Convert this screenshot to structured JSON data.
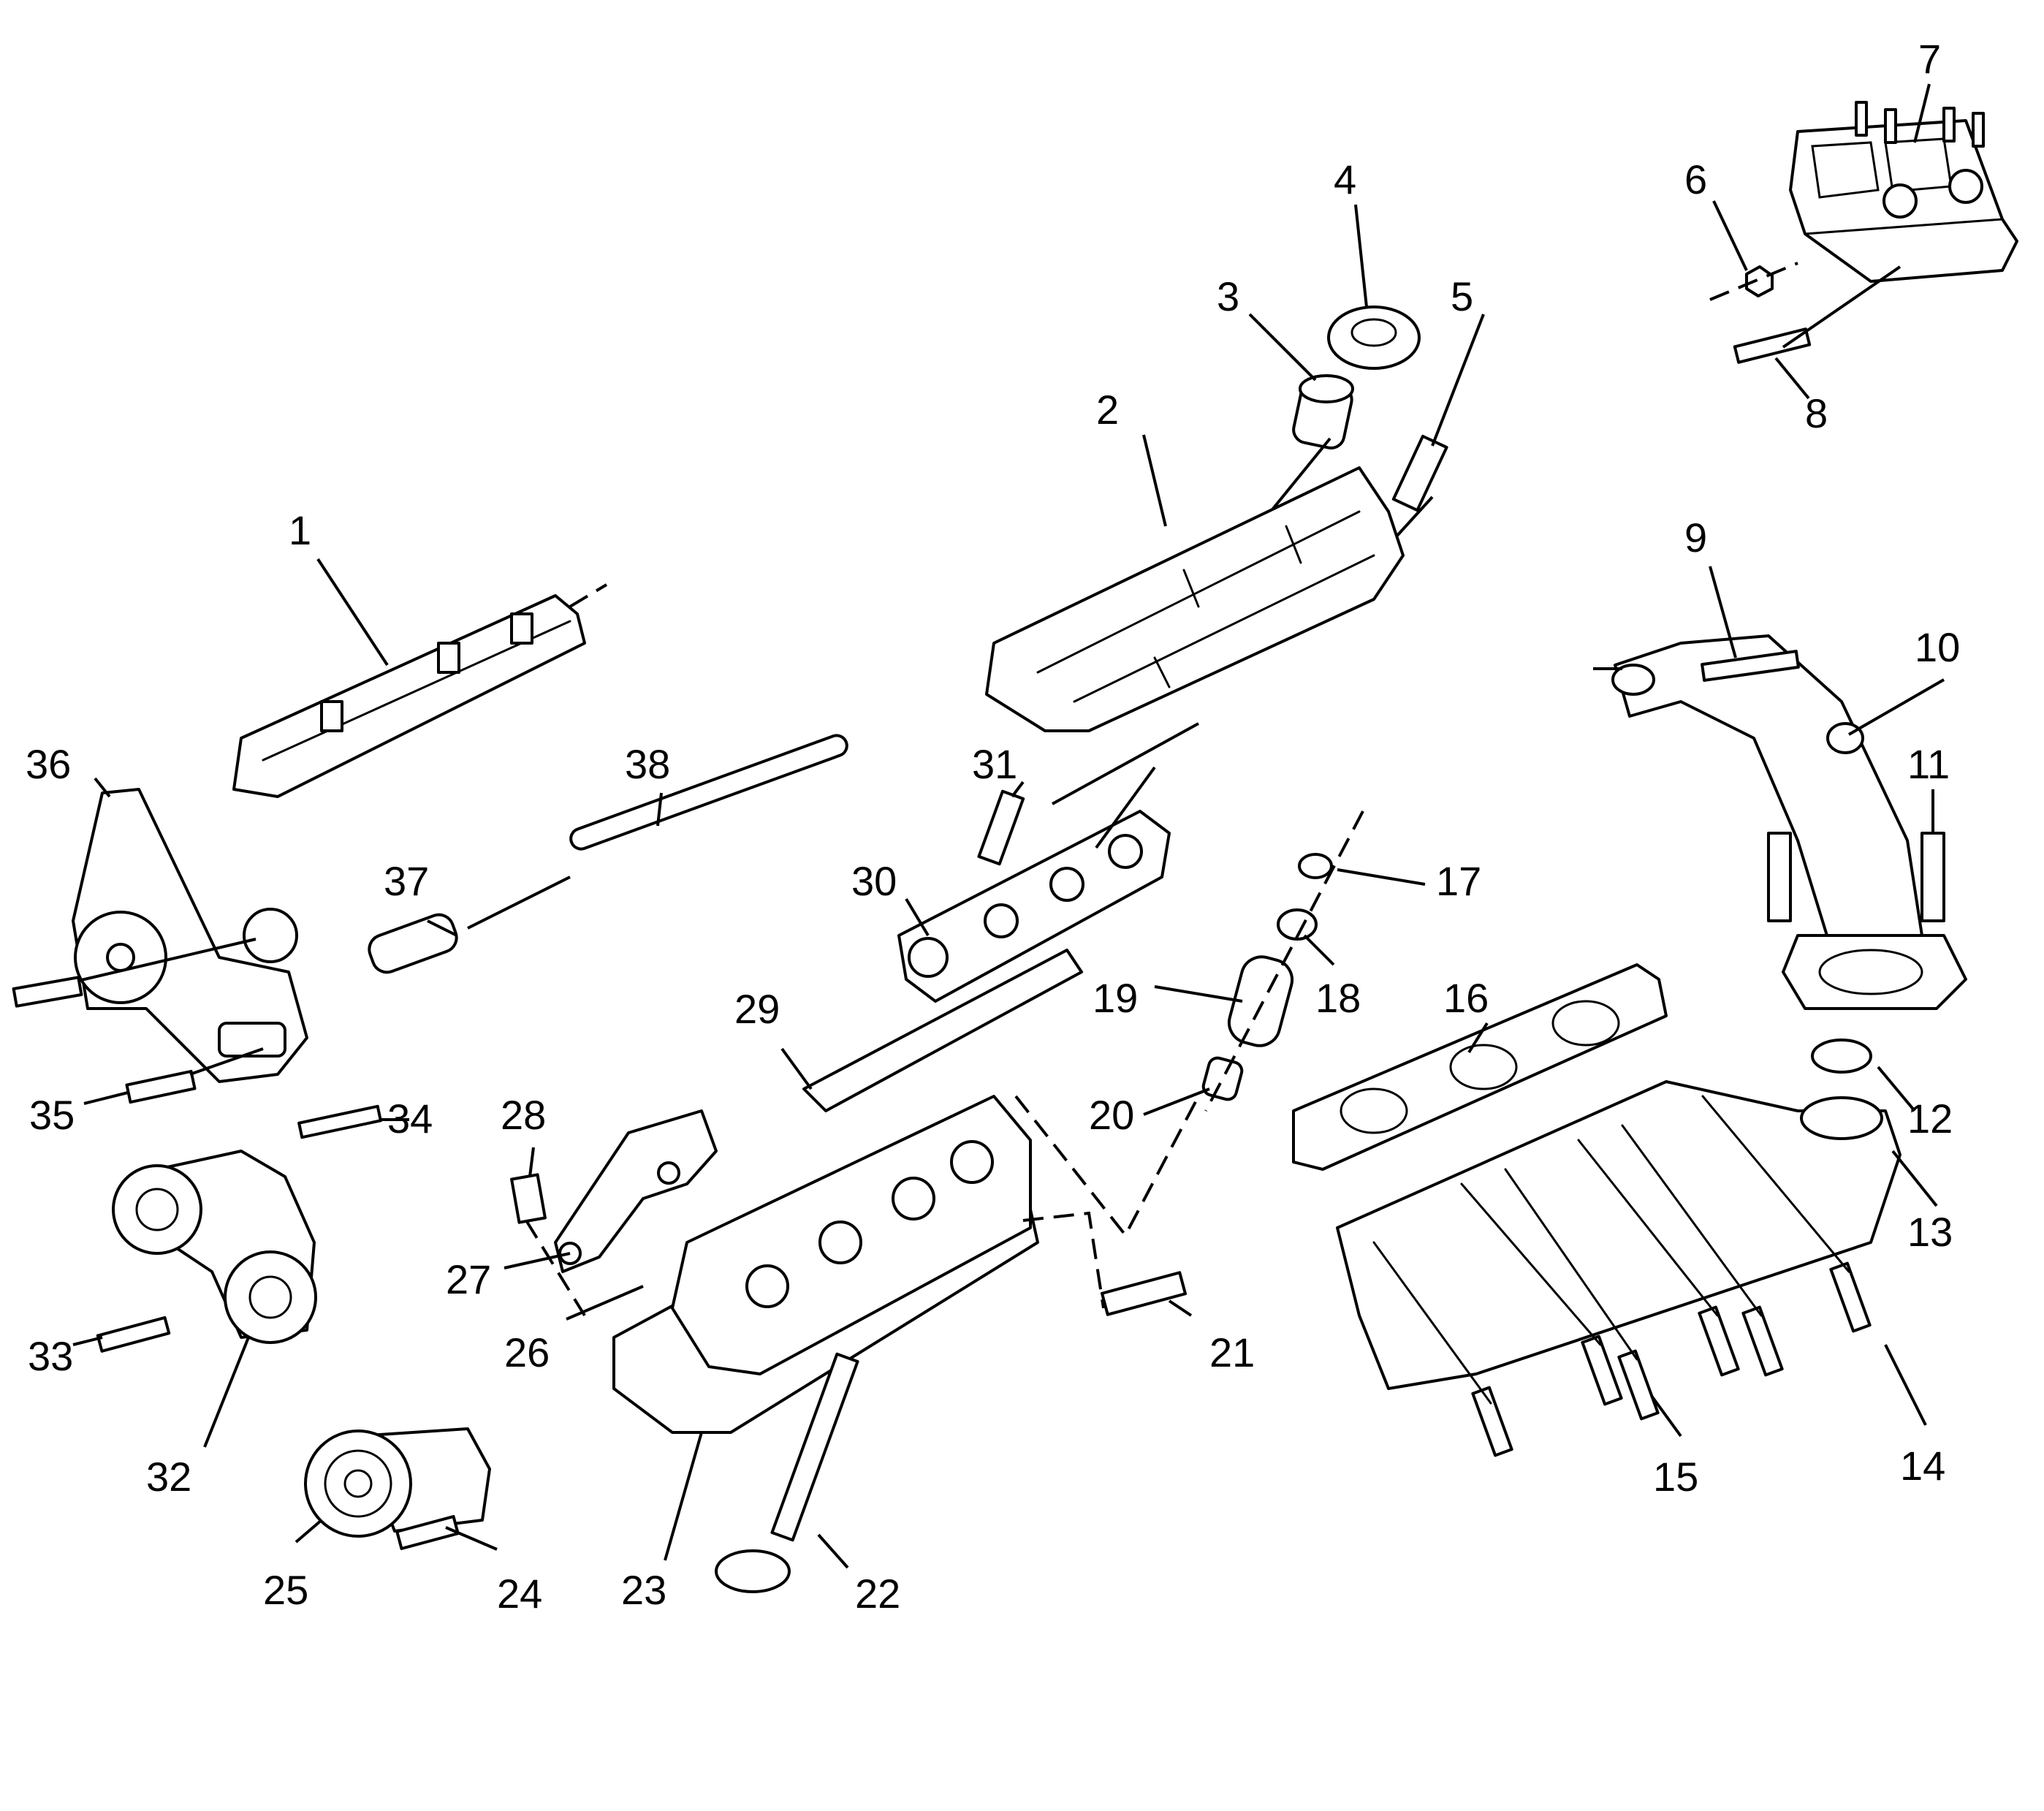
{
  "callouts": [
    "1",
    "2",
    "3",
    "4",
    "5",
    "6",
    "7",
    "8",
    "9",
    "10",
    "11",
    "12",
    "13",
    "14",
    "15",
    "16",
    "17",
    "18",
    "19",
    "20",
    "21",
    "22",
    "23",
    "24",
    "25",
    "26",
    "27",
    "28",
    "29",
    "30",
    "31",
    "32",
    "33",
    "34",
    "35",
    "36",
    "37",
    "38"
  ],
  "colors": {
    "line": "#000000",
    "background": "#ffffff"
  }
}
